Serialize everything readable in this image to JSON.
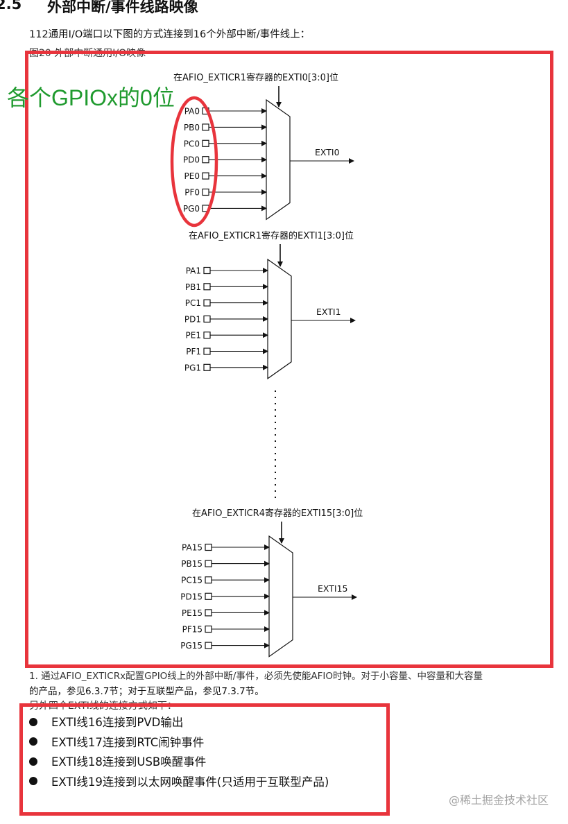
{
  "section": {
    "number": "2.5",
    "title": "外部中断/事件线路映像"
  },
  "intro": "112通用I/O端口以下图的方式连接到16个外部中断/事件线上：",
  "figure_caption": "图20    外部中断通用I/O映像",
  "annotation": {
    "text": "各个GPIOx的0位",
    "color": "#1f9a2e"
  },
  "diagram": {
    "groups": [
      {
        "register_label": "在AFIO_EXTICR1寄存器的EXTI0[3:0]位",
        "inputs": [
          "PA0",
          "PB0",
          "PC0",
          "PD0",
          "PE0",
          "PF0",
          "PG0"
        ],
        "output": "EXTI0"
      },
      {
        "register_label": "在AFIO_EXTICR1寄存器的EXTI1[3:0]位",
        "inputs": [
          "PA1",
          "PB1",
          "PC1",
          "PD1",
          "PE1",
          "PF1",
          "PG1"
        ],
        "output": "EXTI1"
      },
      {
        "register_label": "在AFIO_EXTICR4寄存器的EXTI15[3:0]位",
        "inputs": [
          "PA15",
          "PB15",
          "PC15",
          "PD15",
          "PE15",
          "PF15",
          "PG15"
        ],
        "output": "EXTI15"
      }
    ]
  },
  "footnote_line1": "1.  通过AFIO_EXTICRx配置GPIO线上的外部中断/事件，必须先使能AFIO时钟。对于小容量、中容量和大容量",
  "footnote_line2": "的产品，参见6.3.7节；对于互联型产品，参见7.3.7节。",
  "other_lines_intro": "另外四个EXTI线的连接方式如下：",
  "bullets": [
    "EXTI线16连接到PVD输出",
    "EXTI线17连接到RTC闹钟事件",
    "EXTI线18连接到USB唤醒事件",
    "EXTI线19连接到以太网唤醒事件(只适用于互联型产品)"
  ],
  "watermark": "@稀土掘金技术社区",
  "colors": {
    "highlight_red": "#e8343c",
    "annotation_green": "#1f9a2e"
  }
}
